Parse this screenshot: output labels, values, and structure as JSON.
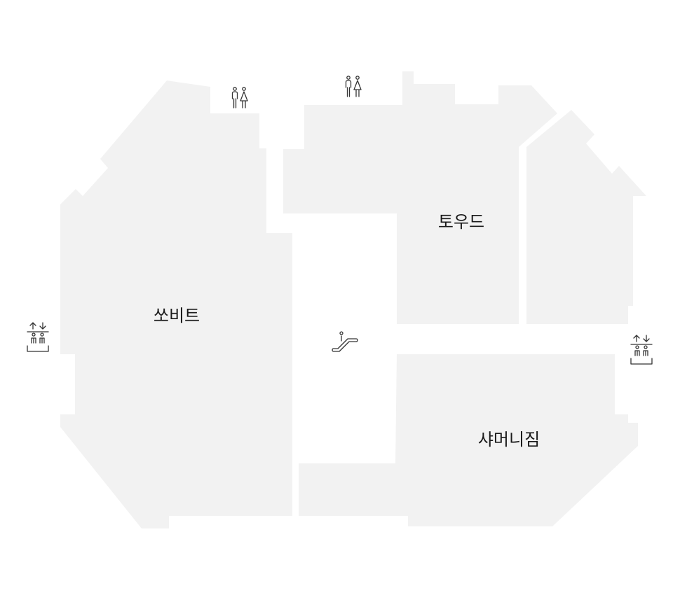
{
  "colors": {
    "background": "#ffffff",
    "shop_fill": "#f2f2f2",
    "label": "#1a1a1a",
    "icon": "#333333"
  },
  "stores": [
    {
      "id": "store-left",
      "label": "쏘비트"
    },
    {
      "id": "store-top-right",
      "label": "토우드"
    },
    {
      "id": "store-bottom-right",
      "label": "샤머니짐"
    },
    {
      "id": "store-far-right",
      "label": ""
    }
  ],
  "facilities": [
    {
      "type": "restroom-icon"
    },
    {
      "type": "restroom-icon"
    },
    {
      "type": "elevator-icon"
    },
    {
      "type": "elevator-icon"
    },
    {
      "type": "escalator-icon"
    }
  ]
}
